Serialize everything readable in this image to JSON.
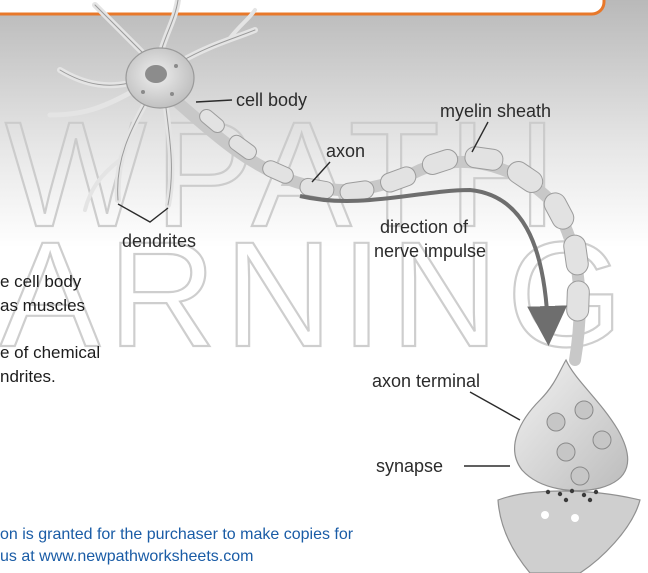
{
  "labels": {
    "cell_body": "cell body",
    "myelin_sheath": "myelin sheath",
    "axon": "axon",
    "dendrites": "dendrites",
    "direction_line1": "direction of",
    "direction_line2": "nerve impulse",
    "axon_terminal": "axon terminal",
    "synapse": "synapse"
  },
  "body_text": {
    "line1": "e cell body",
    "line2": "as muscles",
    "line3": "e of chemical",
    "line4": "ndrites."
  },
  "footer": {
    "line1": "on is granted for the purchaser to make copies for",
    "line2": "us at www.newpathworksheets.com"
  },
  "watermark": {
    "line1": "WPATH",
    "line2": "ARNING"
  },
  "colors": {
    "header_border": "#e8782a",
    "footer_text": "#1a5ca6",
    "neuron_fill": "#dcdcdc",
    "arrow": "#6e6e6e"
  }
}
